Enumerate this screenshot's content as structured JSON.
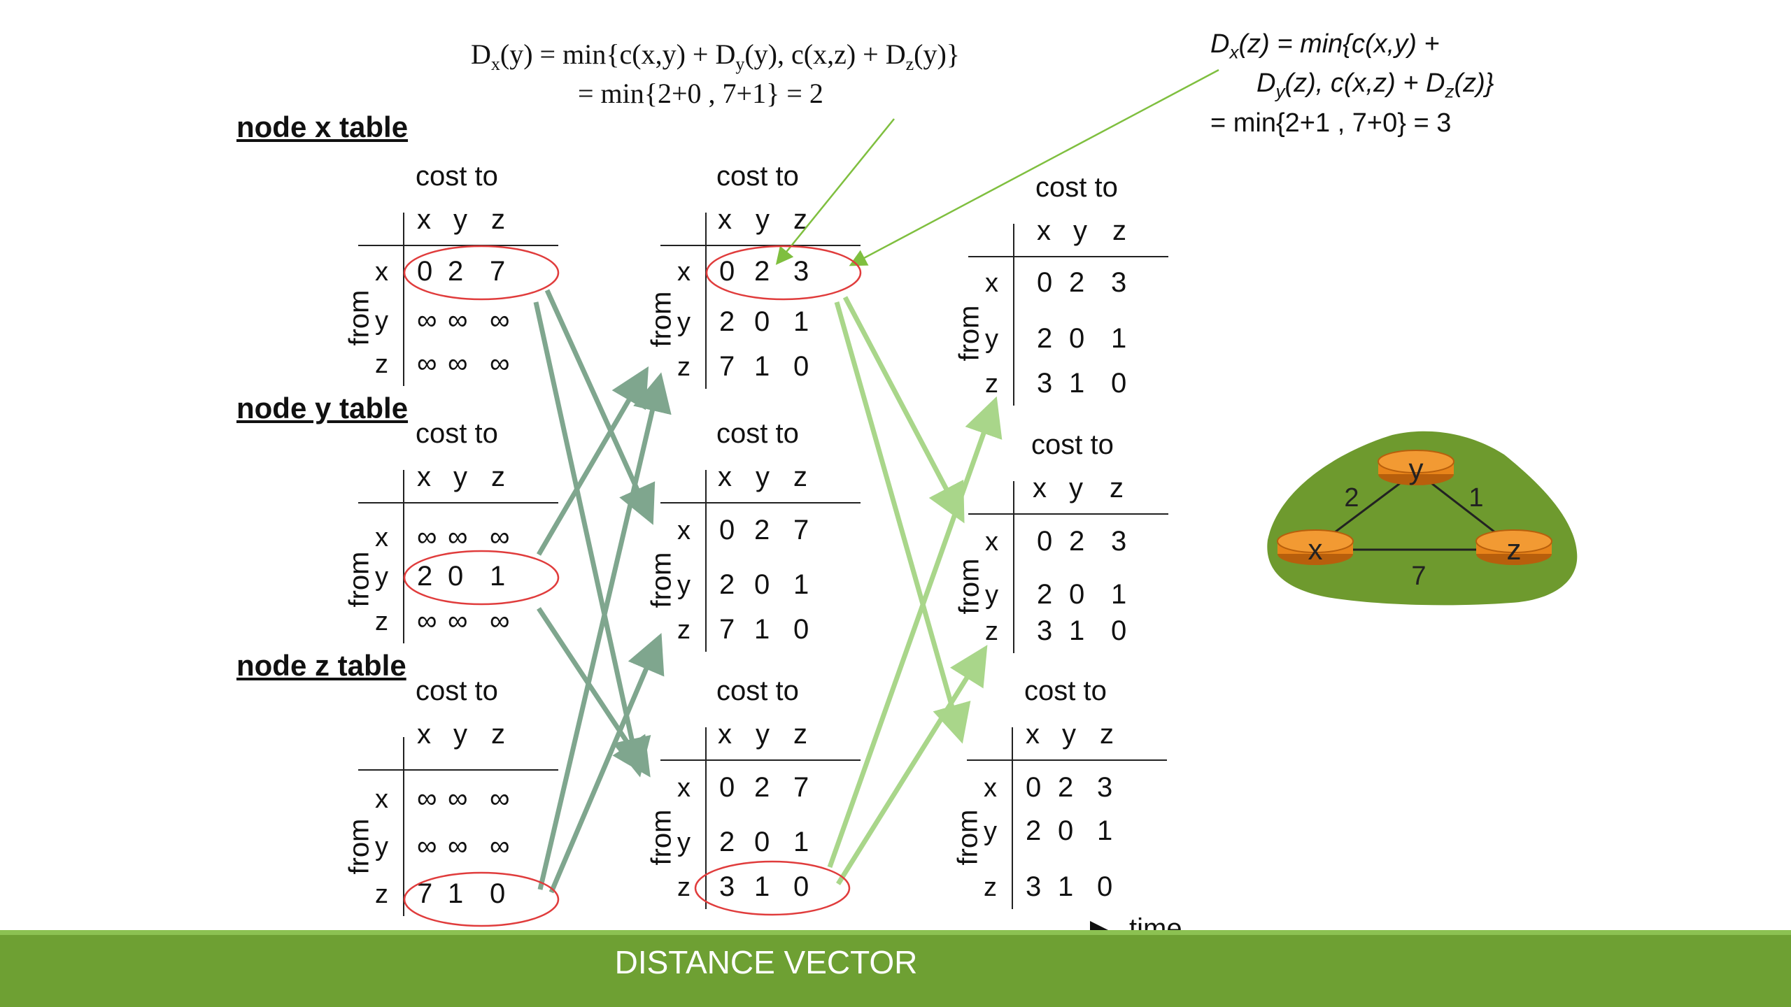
{
  "formula_left": {
    "line1": [
      "D",
      "x",
      "(y) = min{c(x,y) + D",
      "y",
      "(y), c(x,z) + D",
      "z",
      "(y)}"
    ],
    "line2": "= min{2+0 , 7+1} = 2"
  },
  "formula_right": {
    "line1": [
      "D",
      "x",
      "(z) = min{",
      "c(x,y) +"
    ],
    "line2": [
      "D",
      "y",
      "(z), c(x,z) + D",
      "z",
      "(z)}"
    ],
    "line3": "= min{2+1 , 7+0} = 3"
  },
  "headings": {
    "x": "node x table",
    "y": "node y table",
    "z": "node z table"
  },
  "labels": {
    "cost_to": "cost to",
    "from": "from",
    "cols": [
      "x",
      "y",
      "z"
    ],
    "rows": [
      "x",
      "y",
      "z"
    ],
    "time": "time"
  },
  "tables": [
    {
      "id": "c1-x",
      "rows": [
        [
          "0",
          "2",
          "7"
        ],
        [
          "∞",
          "∞",
          "∞"
        ],
        [
          "∞",
          "∞",
          "∞"
        ]
      ]
    },
    {
      "id": "c1-y",
      "rows": [
        [
          "∞",
          "∞",
          "∞"
        ],
        [
          "2",
          "0",
          "1"
        ],
        [
          "∞",
          "∞",
          "∞"
        ]
      ]
    },
    {
      "id": "c1-z",
      "rows": [
        [
          "∞",
          "∞",
          "∞"
        ],
        [
          "∞",
          "∞",
          "∞"
        ],
        [
          "7",
          "1",
          "0"
        ]
      ]
    },
    {
      "id": "c2-x",
      "rows": [
        [
          "0",
          "2",
          "3"
        ],
        [
          "2",
          "0",
          "1"
        ],
        [
          "7",
          "1",
          "0"
        ]
      ]
    },
    {
      "id": "c2-y",
      "rows": [
        [
          "0",
          "2",
          "7"
        ],
        [
          "2",
          "0",
          "1"
        ],
        [
          "7",
          "1",
          "0"
        ]
      ]
    },
    {
      "id": "c2-z",
      "rows": [
        [
          "0",
          "2",
          "7"
        ],
        [
          "2",
          "0",
          "1"
        ],
        [
          "3",
          "1",
          "0"
        ]
      ]
    },
    {
      "id": "c3-x",
      "rows": [
        [
          "0",
          "2",
          "3"
        ],
        [
          "2",
          "0",
          "1"
        ],
        [
          "3",
          "1",
          "0"
        ]
      ]
    },
    {
      "id": "c3-y",
      "rows": [
        [
          "0",
          "2",
          "3"
        ],
        [
          "2",
          "0",
          "1"
        ],
        [
          "3",
          "1",
          "0"
        ]
      ]
    },
    {
      "id": "c3-z",
      "rows": [
        [
          "0",
          "2",
          "3"
        ],
        [
          "2",
          "0",
          "1"
        ],
        [
          "3",
          "1",
          "0"
        ]
      ]
    }
  ],
  "network": {
    "nodes": [
      "x",
      "y",
      "z"
    ],
    "edges": [
      {
        "from": "x",
        "to": "y",
        "cost": "2"
      },
      {
        "from": "y",
        "to": "z",
        "cost": "1"
      },
      {
        "from": "x",
        "to": "z",
        "cost": "7"
      }
    ]
  },
  "colors": {
    "arrow_dark": "#7fa68e",
    "arrow_light": "#a9d68a",
    "annotation_arrow": "#7fbf3f",
    "highlight_ellipse": "#e03c3c",
    "cloud": "#6e9a2e",
    "router": "#e8841a",
    "footer": "#6ea033"
  },
  "footer": {
    "title": "DISTANCE VECTOR"
  }
}
